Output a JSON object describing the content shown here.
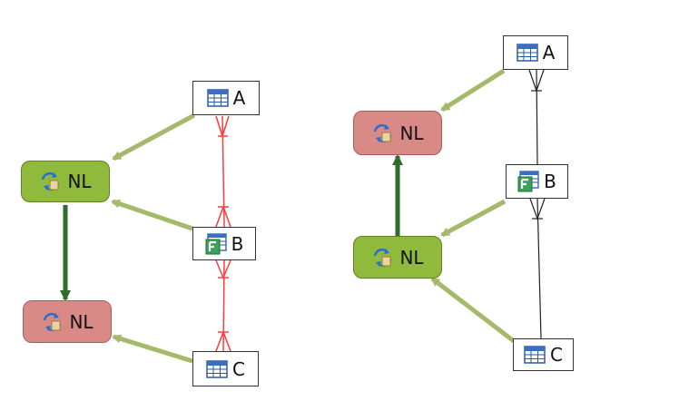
{
  "diagrams": [
    {
      "nodes": {
        "table_a": {
          "label": "A",
          "icon": "table-icon"
        },
        "flow_b": {
          "label": "B",
          "icon": "function-table-icon"
        },
        "table_c": {
          "label": "C",
          "icon": "table-icon"
        },
        "nl_green": {
          "label": "NL",
          "icon": "transform-icon"
        },
        "nl_red": {
          "label": "NL",
          "icon": "transform-icon"
        }
      }
    },
    {
      "nodes": {
        "table_a": {
          "label": "A",
          "icon": "table-icon"
        },
        "flow_b": {
          "label": "B",
          "icon": "function-table-icon"
        },
        "table_c": {
          "label": "C",
          "icon": "table-icon"
        },
        "nl_red": {
          "label": "NL",
          "icon": "transform-icon"
        },
        "nl_green": {
          "label": "NL",
          "icon": "transform-icon"
        }
      }
    }
  ],
  "colors": {
    "arrow_light": "#a4b96a",
    "arrow_dark": "#2f6b2c",
    "relation_red": "#ff3b3b",
    "relation_black": "#222222",
    "green_node": "#8fba3b",
    "red_node": "#d98a87"
  }
}
